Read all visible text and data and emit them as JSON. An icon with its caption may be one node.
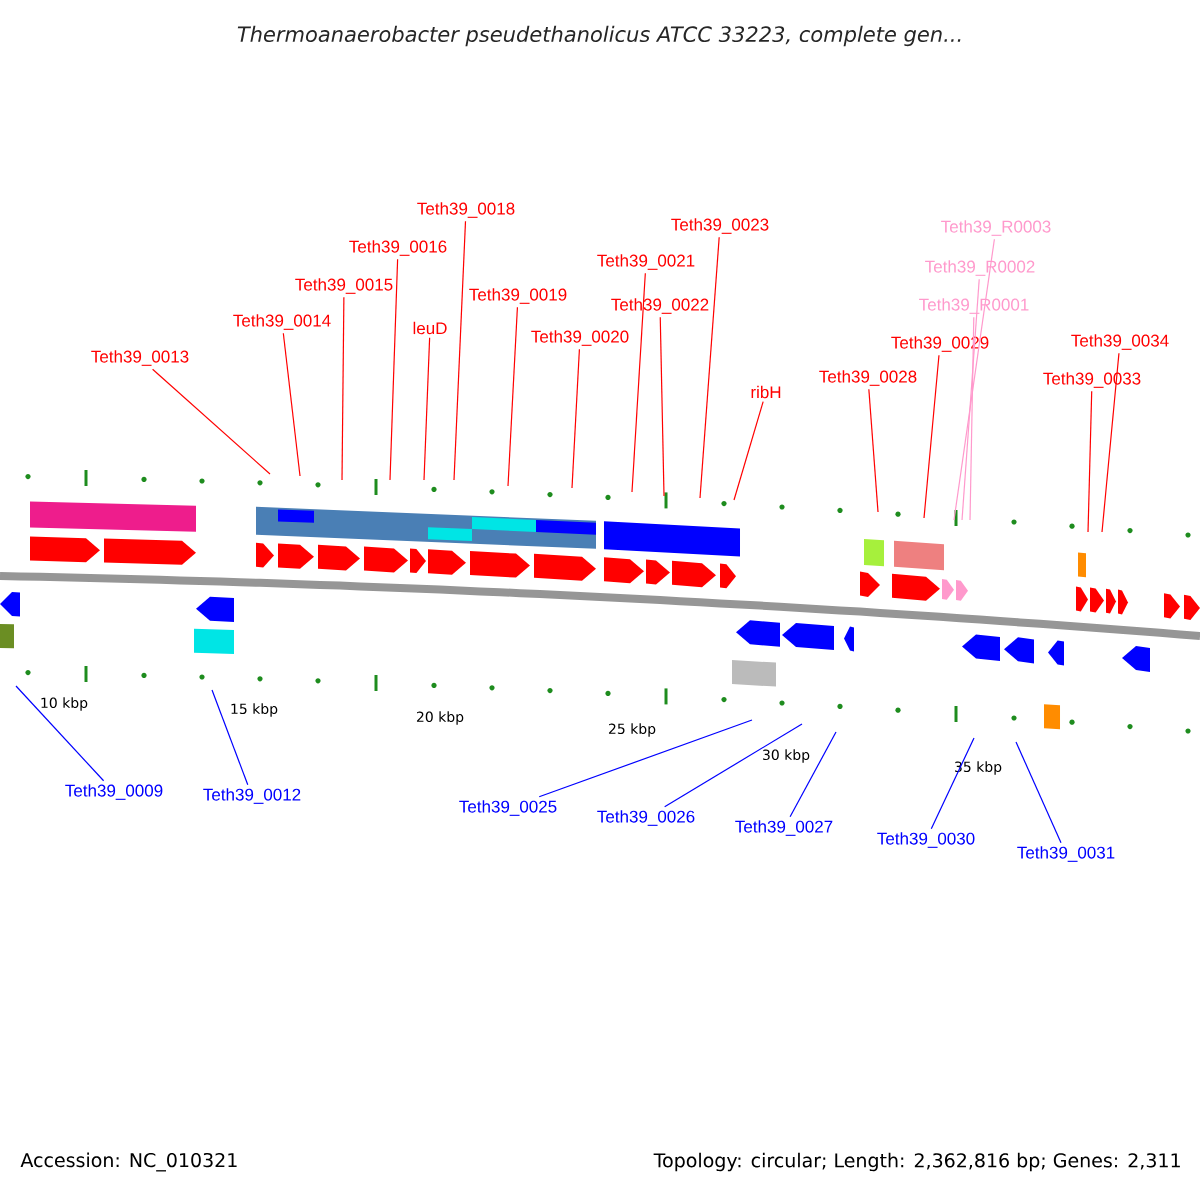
{
  "diagram": {
    "title": "Thermoanaerobacter pseudethanolicus ATCC 33223, complete gen...",
    "nodes": [
      {
        "text": [
          "Teth39_0013"
        ]
      },
      {
        "text": [
          "Teth39_0014"
        ]
      },
      {
        "text": [
          "Teth39_0015"
        ]
      },
      {
        "text": [
          "Teth39_0016"
        ]
      },
      {
        "text": [
          "leuD"
        ]
      },
      {
        "text": [
          "Teth39_0018"
        ]
      },
      {
        "text": [
          "Teth39_0019"
        ]
      },
      {
        "text": [
          "Teth39_0020"
        ]
      },
      {
        "text": [
          "Teth39_0021"
        ]
      },
      {
        "text": [
          "Teth39_0022"
        ]
      },
      {
        "text": [
          "Teth39_0023"
        ]
      },
      {
        "text": [
          "ribH"
        ]
      },
      {
        "text": [
          "Teth39_0028"
        ]
      },
      {
        "text": [
          "Teth39_0029"
        ]
      },
      {
        "text": [
          "Teth39_R0003"
        ]
      },
      {
        "text": [
          "Teth39_R0002"
        ]
      },
      {
        "text": [
          "Teth39_R0001"
        ]
      },
      {
        "text": [
          "Teth39_0034"
        ]
      },
      {
        "text": [
          "Teth39_0033"
        ]
      },
      {
        "text": [
          "Teth39_0009"
        ]
      },
      {
        "text": [
          "Teth39_0012"
        ]
      },
      {
        "text": [
          "Teth39_0025"
        ]
      },
      {
        "text": [
          "Teth39_0026"
        ]
      },
      {
        "text": [
          "Teth39_0027"
        ]
      },
      {
        "text": [
          "Teth39_0030"
        ]
      },
      {
        "text": [
          "Teth39_0031"
        ]
      }
    ],
    "edges": [
      {
        "from": 0,
        "to": null,
        "arrow": "none"
      },
      {
        "from": 1,
        "to": null,
        "arrow": "none"
      },
      {
        "from": 2,
        "to": null,
        "arrow": "none"
      },
      {
        "from": 3,
        "to": null,
        "arrow": "none"
      },
      {
        "from": 4,
        "to": null,
        "arrow": "none"
      },
      {
        "from": 5,
        "to": null,
        "arrow": "none"
      },
      {
        "from": 6,
        "to": null,
        "arrow": "none"
      },
      {
        "from": 7,
        "to": null,
        "arrow": "none"
      },
      {
        "from": 8,
        "to": null,
        "arrow": "none"
      },
      {
        "from": 9,
        "to": null,
        "arrow": "none"
      },
      {
        "from": 10,
        "to": null,
        "arrow": "none"
      },
      {
        "from": 11,
        "to": null,
        "arrow": "none"
      },
      {
        "from": 12,
        "to": null,
        "arrow": "none"
      },
      {
        "from": 13,
        "to": null,
        "arrow": "none"
      },
      {
        "from": 14,
        "to": null,
        "arrow": "none",
        "color": "#ff99cc"
      },
      {
        "from": 15,
        "to": null,
        "arrow": "none",
        "color": "#ff99cc"
      },
      {
        "from": 16,
        "to": null,
        "arrow": "none",
        "color": "#ff99cc"
      },
      {
        "from": 17,
        "to": null,
        "arrow": "none"
      },
      {
        "from": 18,
        "to": null,
        "arrow": "none"
      },
      {
        "from": 19,
        "to": null,
        "arrow": "none",
        "color": "#0000ff"
      },
      {
        "from": 20,
        "to": null,
        "arrow": "none",
        "color": "#0000ff"
      },
      {
        "from": 21,
        "to": null,
        "arrow": "none",
        "color": "#0000ff"
      },
      {
        "from": 22,
        "to": null,
        "arrow": "none",
        "color": "#0000ff"
      },
      {
        "from": 23,
        "to": null,
        "arrow": "none",
        "color": "#0000ff"
      },
      {
        "from": 24,
        "to": null,
        "arrow": "none",
        "color": "#0000ff"
      },
      {
        "from": 25,
        "to": null,
        "arrow": "none",
        "color": "#0000ff"
      }
    ],
    "labels": [
      "10 kbp",
      "15 kbp",
      "20 kbp",
      "25 kbp",
      "30 kbp",
      "35 kbp",
      "Accession: NC_010321",
      "Topology: circular; Length: 2,362,816 bp; Genes: 2,311"
    ]
  }
}
